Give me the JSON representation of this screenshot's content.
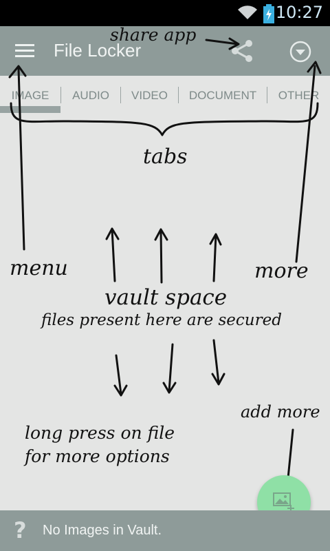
{
  "status_bar": {
    "time": "10:27"
  },
  "app_bar": {
    "title": "File Locker"
  },
  "tabs": [
    {
      "label": "IMAGE"
    },
    {
      "label": "AUDIO"
    },
    {
      "label": "VIDEO"
    },
    {
      "label": "DOCUMENT"
    },
    {
      "label": "OTHER"
    }
  ],
  "annotations": {
    "share_app": "share app",
    "tabs": "tabs",
    "menu": "menu",
    "more": "more",
    "vault_space": "vault space",
    "files_secured": "files present here are secured",
    "add_more": "add more",
    "long_press_line1": "long press on file",
    "long_press_line2": "for more options"
  },
  "bottom_bar": {
    "message": "No Images in Vault.",
    "help_glyph": "?"
  },
  "colors": {
    "app_bar": "#8e9b99",
    "background": "#e4e5e4",
    "fab": "#8fe0a6",
    "status_bar": "#000000"
  }
}
